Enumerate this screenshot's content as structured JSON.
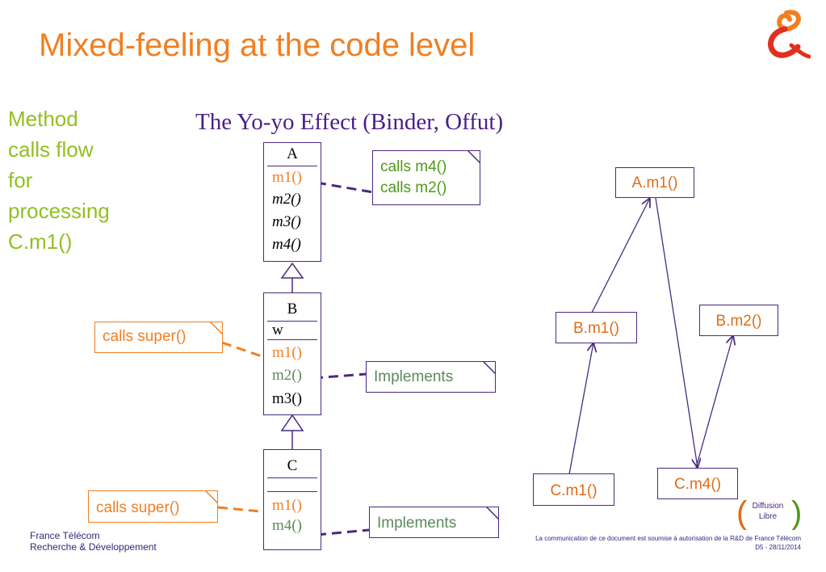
{
  "title": "Mixed-feeling at the code level",
  "side_note": {
    "lines": [
      "Method",
      "calls flow",
      "for",
      "processing",
      "C.m1()"
    ]
  },
  "subtitle": "The Yo-yo Effect (Binder, Offut)",
  "class_a": {
    "name": "A",
    "methods": [
      "m1()",
      "m2()",
      "m3()",
      "m4()"
    ]
  },
  "class_b": {
    "name": "B",
    "attribute": "w",
    "methods": [
      "m1()",
      "m2()",
      "m3()"
    ]
  },
  "class_c": {
    "name": "C",
    "methods": [
      "m1()",
      "m4()"
    ]
  },
  "notes": {
    "a_calls_1": "calls m4()",
    "a_calls_2": "calls m2()",
    "b_super": "calls super()",
    "b_impl": "Implements",
    "c_super": "calls super()",
    "c_impl": "Implements"
  },
  "flow_nodes": {
    "a_m1": "A.m1()",
    "b_m1": "B.m1()",
    "b_m2": "B.m2()",
    "c_m1": "C.m1()",
    "c_m4": "C.m4()"
  },
  "footer": {
    "org_line1": "France Télécom",
    "org_line2": "Recherche & Développement",
    "notice": "La communication de ce document est soumise à autorisation de la R&D de France Télécom",
    "doc_ref": "D5 - 28/11/2014",
    "badge_line1": "Diffusion",
    "badge_line2": "Libre"
  },
  "colors": {
    "title": "#f07f22",
    "purple": "#4a2a80",
    "side_note": "#92c020",
    "method_orange": "#f07f22",
    "method_green": "#5b8a5b"
  },
  "icons": {
    "logo": "france-telecom-ampersand-logo",
    "badge": "diffusion-libre-parentheses-badge"
  }
}
